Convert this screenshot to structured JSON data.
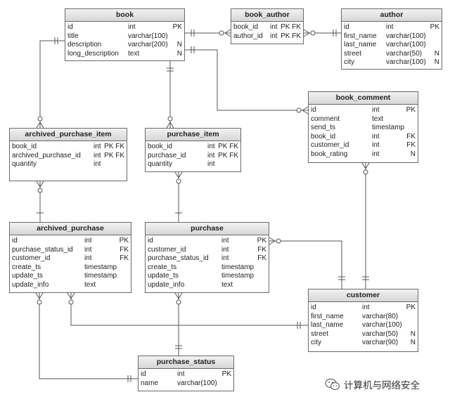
{
  "entities": [
    {
      "name": "book",
      "columns": [
        [
          "id",
          "int",
          "PK"
        ],
        [
          "title",
          "varchar(100)",
          ""
        ],
        [
          "description",
          "varchar(200)",
          "N"
        ],
        [
          "long_description",
          "text",
          "N"
        ]
      ]
    },
    {
      "name": "book_author",
      "columns": [
        [
          "book_id",
          "int",
          "PK FK"
        ],
        [
          "author_id",
          "int",
          "PK FK"
        ]
      ]
    },
    {
      "name": "author",
      "columns": [
        [
          "id",
          "int",
          "PK"
        ],
        [
          "first_name",
          "varchar(100)",
          ""
        ],
        [
          "last_name",
          "varchar(100)",
          ""
        ],
        [
          "street",
          "varchar(50)",
          "N"
        ],
        [
          "city",
          "varchar(100)",
          "N"
        ]
      ]
    },
    {
      "name": "book_comment",
      "columns": [
        [
          "id",
          "int",
          "PK"
        ],
        [
          "comment",
          "text",
          ""
        ],
        [
          "send_ts",
          "timestamp",
          ""
        ],
        [
          "book_id",
          "int",
          "FK"
        ],
        [
          "customer_id",
          "int",
          "FK"
        ],
        [
          "book_rating",
          "int",
          "N"
        ]
      ]
    },
    {
      "name": "archived_purchase_item",
      "columns": [
        [
          "book_id",
          "int",
          "PK FK"
        ],
        [
          "archived_purchase_id",
          "int",
          "PK FK"
        ],
        [
          "quantity",
          "int",
          ""
        ]
      ]
    },
    {
      "name": "purchase_item",
      "columns": [
        [
          "book_id",
          "int",
          "PK FK"
        ],
        [
          "purchase_id",
          "int",
          "PK FK"
        ],
        [
          "quantity",
          "int",
          ""
        ]
      ]
    },
    {
      "name": "archived_purchase",
      "columns": [
        [
          "id",
          "int",
          "PK"
        ],
        [
          "purchase_status_id",
          "int",
          "FK"
        ],
        [
          "customer_id",
          "int",
          "FK"
        ],
        [
          "create_ts",
          "timestamp",
          ""
        ],
        [
          "update_ts",
          "timestamp",
          ""
        ],
        [
          "update_info",
          "text",
          ""
        ]
      ]
    },
    {
      "name": "purchase",
      "columns": [
        [
          "id",
          "int",
          "PK"
        ],
        [
          "customer_id",
          "int",
          "FK"
        ],
        [
          "purchase_status_id",
          "int",
          "FK"
        ],
        [
          "create_ts",
          "timestamp",
          ""
        ],
        [
          "update_ts",
          "timestamp",
          ""
        ],
        [
          "update_info",
          "text",
          ""
        ]
      ]
    },
    {
      "name": "customer",
      "columns": [
        [
          "id",
          "int",
          "PK"
        ],
        [
          "first_name",
          "varchar(80)",
          ""
        ],
        [
          "last_name",
          "varchar(100)",
          ""
        ],
        [
          "street",
          "varchar(50)",
          "N"
        ],
        [
          "city",
          "varchar(90)",
          "N"
        ]
      ]
    },
    {
      "name": "purchase_status",
      "columns": [
        [
          "id",
          "int",
          "PK"
        ],
        [
          "name",
          "varchar(100)",
          ""
        ]
      ]
    }
  ],
  "relationships": [
    {
      "from": "book",
      "to": "book_author",
      "from_card": "one",
      "to_card": "many"
    },
    {
      "from": "author",
      "to": "book_author",
      "from_card": "one",
      "to_card": "many"
    },
    {
      "from": "book",
      "to": "book_comment",
      "from_card": "one",
      "to_card": "many"
    },
    {
      "from": "book",
      "to": "archived_purchase_item",
      "from_card": "one",
      "to_card": "many"
    },
    {
      "from": "book",
      "to": "purchase_item",
      "from_card": "one",
      "to_card": "many"
    },
    {
      "from": "archived_purchase",
      "to": "archived_purchase_item",
      "from_card": "one",
      "to_card": "many"
    },
    {
      "from": "purchase",
      "to": "purchase_item",
      "from_card": "one",
      "to_card": "many"
    },
    {
      "from": "customer",
      "to": "book_comment",
      "from_card": "one",
      "to_card": "many"
    },
    {
      "from": "customer",
      "to": "purchase",
      "from_card": "one",
      "to_card": "many"
    },
    {
      "from": "customer",
      "to": "archived_purchase",
      "from_card": "one",
      "to_card": "many"
    },
    {
      "from": "purchase_status",
      "to": "purchase",
      "from_card": "one",
      "to_card": "many"
    },
    {
      "from": "purchase_status",
      "to": "archived_purchase",
      "from_card": "one",
      "to_card": "many"
    }
  ],
  "watermark": {
    "text": "计算机与网络安全",
    "icon": "wechat-icon"
  }
}
